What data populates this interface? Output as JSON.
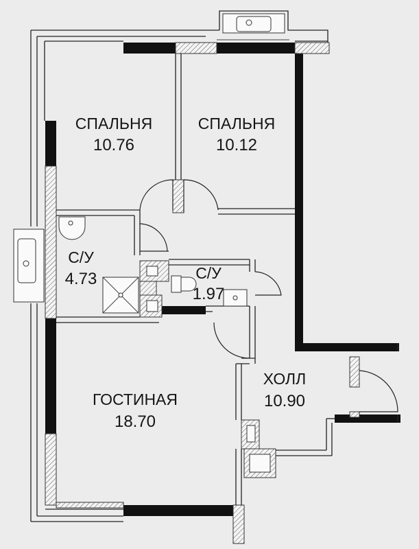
{
  "rooms": [
    {
      "id": "bedroom-1",
      "name": "СПАЛЬНЯ",
      "area": "10.76"
    },
    {
      "id": "bedroom-2",
      "name": "СПАЛЬНЯ",
      "area": "10.12"
    },
    {
      "id": "bathroom-1",
      "name": "С/У",
      "area": "4.73"
    },
    {
      "id": "bathroom-2",
      "name": "С/У",
      "area": "1.97"
    },
    {
      "id": "hall",
      "name": "ХОЛЛ",
      "area": "10.90"
    },
    {
      "id": "living-room",
      "name": "ГОСТИНАЯ",
      "area": "18.70"
    }
  ],
  "colors": {
    "background": "#ececec",
    "wall": "#111111",
    "line": "#222222"
  }
}
